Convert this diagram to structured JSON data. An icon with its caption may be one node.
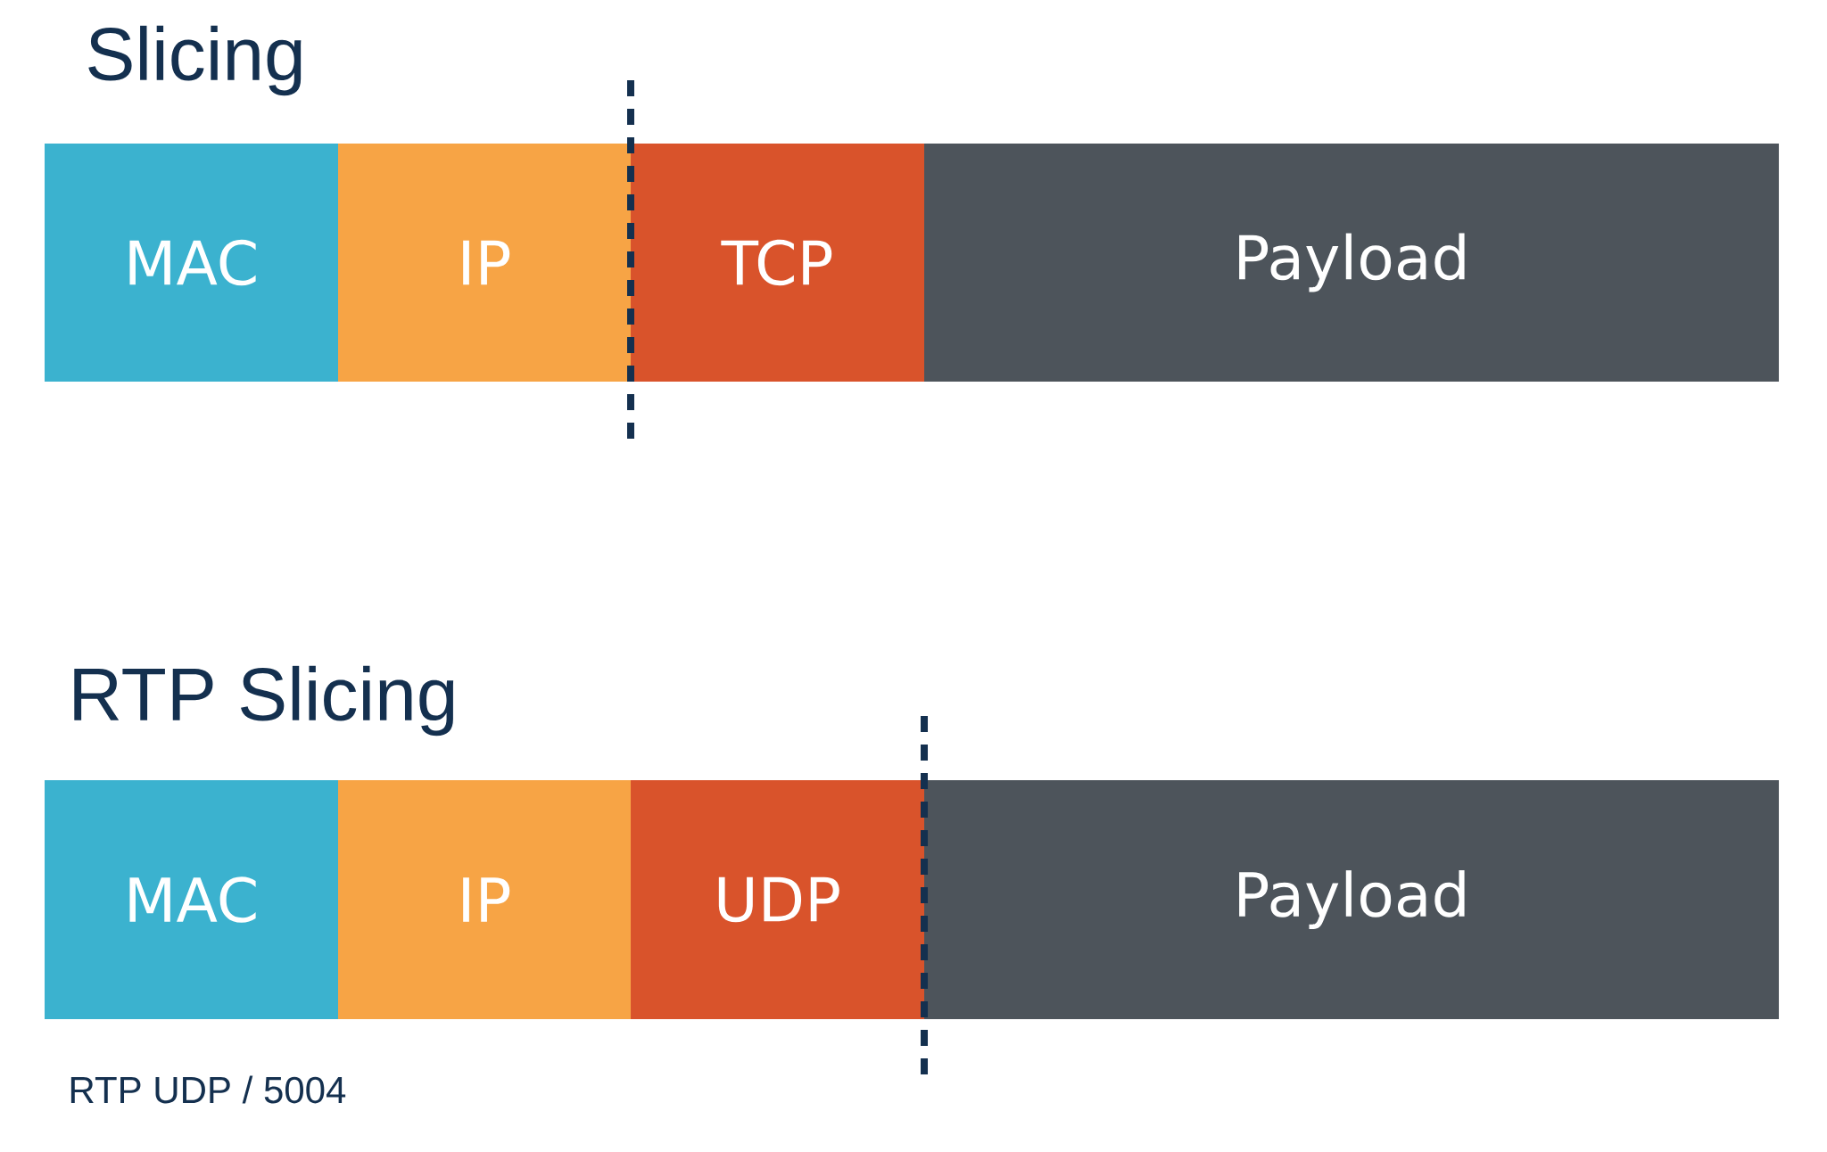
{
  "diagram": {
    "nodes": [
      {
        "text": [
          "MAC"
        ]
      },
      {
        "text": [
          "IP"
        ]
      },
      {
        "text": [
          "TCP"
        ]
      },
      {
        "text": [
          "Payload"
        ]
      },
      {
        "text": [
          "MAC"
        ]
      },
      {
        "text": [
          "IP"
        ]
      },
      {
        "text": [
          "UDP"
        ]
      },
      {
        "text": [
          "Payload"
        ]
      }
    ],
    "labels": [
      "Slicing",
      "RTP Slicing",
      "RTP UDP / 5004"
    ]
  }
}
